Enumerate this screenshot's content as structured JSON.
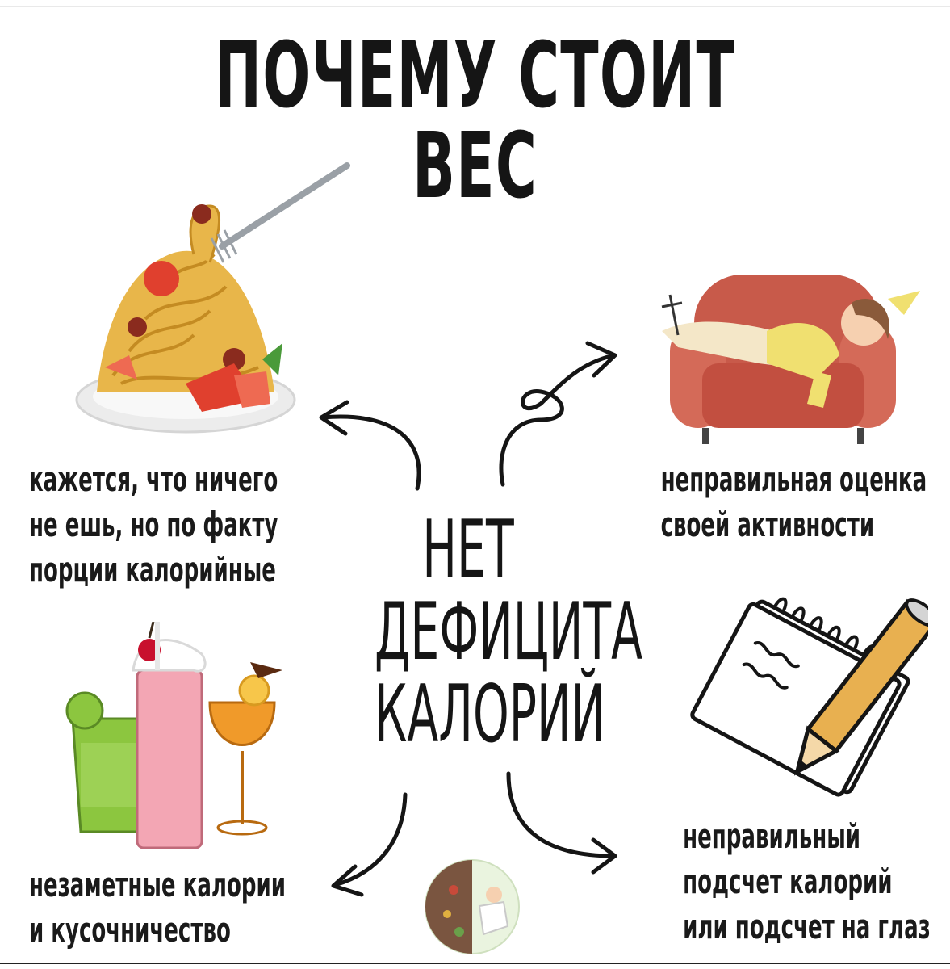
{
  "title": "ПОЧЕМУ СТОИТ ВЕС",
  "center": {
    "line1": "НЕТ",
    "line2": "ДЕФИЦИТА",
    "line3": "КАЛОРИЙ"
  },
  "captions": {
    "top_left": [
      "кажется, что ничего",
      "не ешь, но по факту",
      "порции калорийные"
    ],
    "top_right": [
      "неправильная оценка",
      "своей активности"
    ],
    "bottom_left": [
      "незаметные калории",
      "и кусочничество"
    ],
    "bottom_right": [
      "неправильный",
      "подсчет калорий",
      "или подсчет на глаз"
    ]
  },
  "illustrations": {
    "top_left": "pasta-plate-icon",
    "top_right": "person-on-couch-icon",
    "bottom_left": "drinks-icon",
    "bottom_right": "notepad-pencil-icon",
    "bottom_center": "logo-badge"
  },
  "colors": {
    "text": "#151515",
    "couch": "#c85a4a",
    "pasta": "#e8b64a",
    "tomato": "#e0402e",
    "drink_green": "#8cc63f",
    "drink_pink": "#f3a6b4",
    "drink_orange": "#f09a2a"
  }
}
